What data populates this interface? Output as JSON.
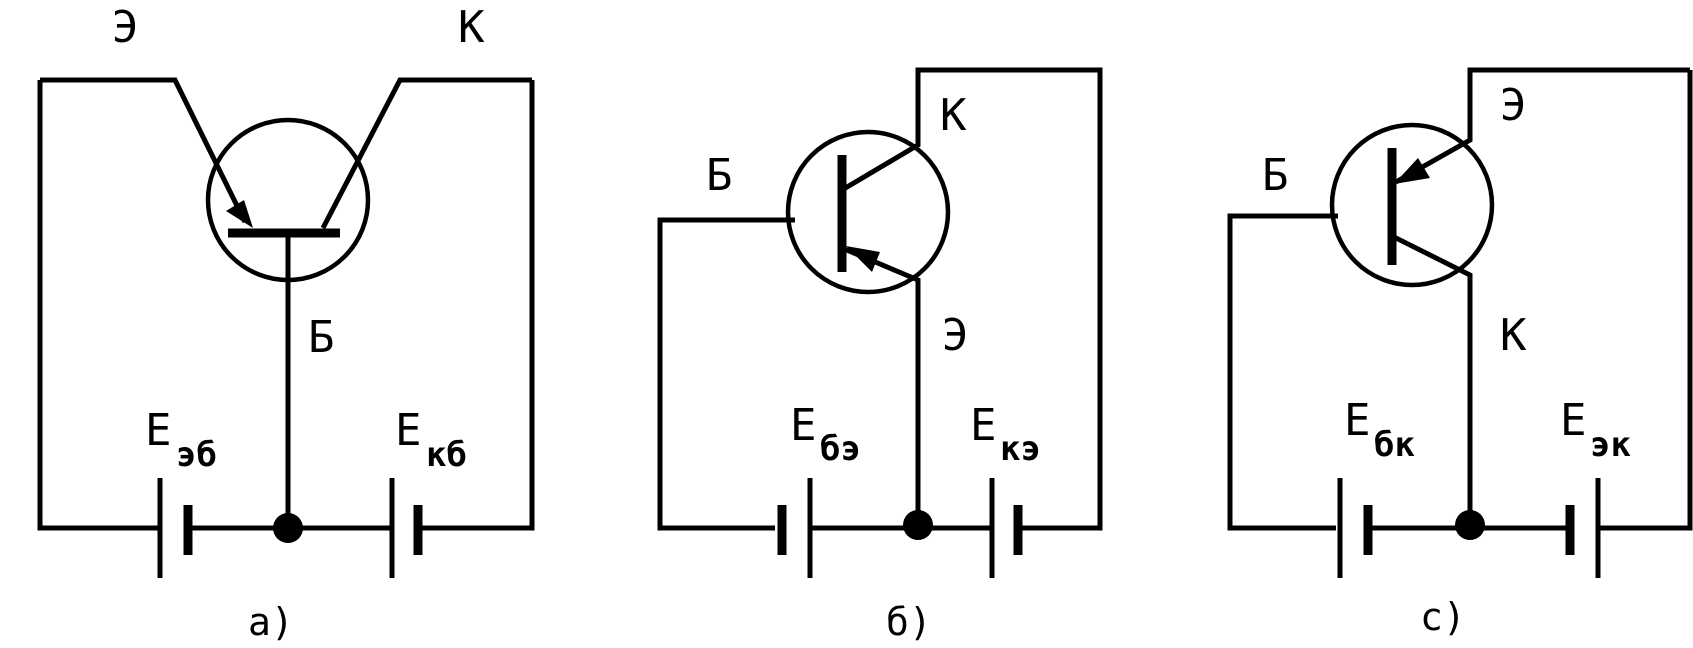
{
  "diagram_a": {
    "emitter": "Э",
    "collector": "К",
    "base": "Б",
    "source_left": {
      "main": "Е",
      "sub": "эб"
    },
    "source_right": {
      "main": "Е",
      "sub": "кб"
    },
    "caption": "а)"
  },
  "diagram_b": {
    "emitter": "Э",
    "collector": "К",
    "base": "Б",
    "source_left": {
      "main": "Е",
      "sub": "бэ"
    },
    "source_right": {
      "main": "Е",
      "sub": "кэ"
    },
    "caption": "б)"
  },
  "diagram_c": {
    "emitter": "Э",
    "collector": "К",
    "base": "Б",
    "source_left": {
      "main": "Е",
      "sub": "бк"
    },
    "source_right": {
      "main": "Е",
      "sub": "эк"
    },
    "caption": "с)"
  }
}
